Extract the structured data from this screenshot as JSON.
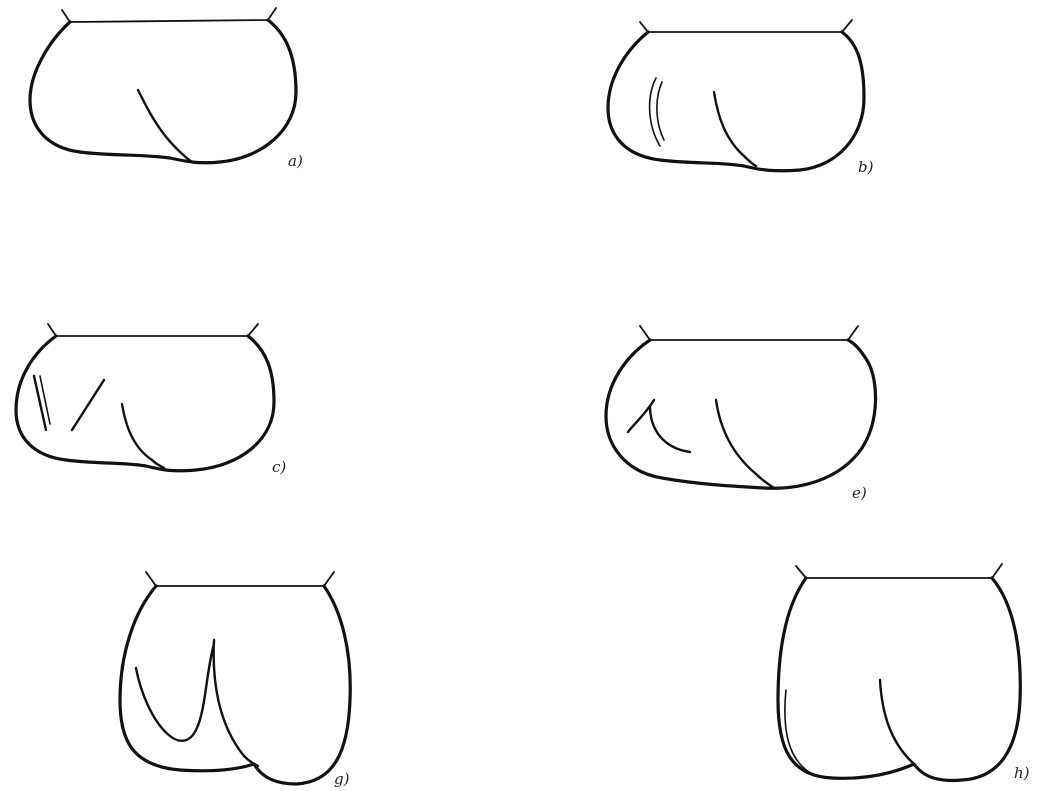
{
  "figure": {
    "panels": [
      {
        "id": "a",
        "label": "a)"
      },
      {
        "id": "b",
        "label": "b)"
      },
      {
        "id": "c",
        "label": "c)"
      },
      {
        "id": "e",
        "label": "e)"
      },
      {
        "id": "g",
        "label": "g)"
      },
      {
        "id": "h",
        "label": "h)"
      }
    ]
  }
}
